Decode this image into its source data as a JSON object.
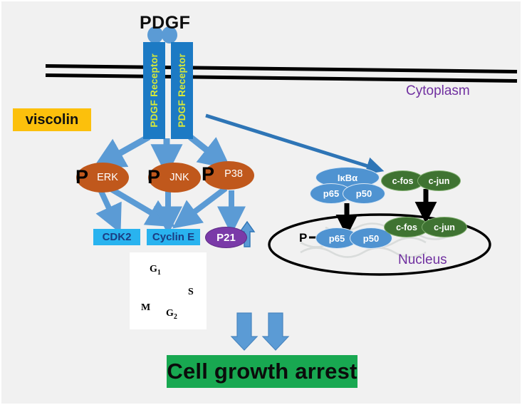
{
  "diagram": {
    "title": "PDGF",
    "background_color": "#f1f1f1",
    "ligand": {
      "name": "PDGF",
      "subunit_count": 2
    },
    "receptor": {
      "label": "PDGF Receptor",
      "color": "#1c7ac4",
      "text_color": "#d6e839",
      "copies": 2
    },
    "membrane": {
      "name": "plasma-membrane",
      "color": "#000000"
    },
    "compartments": {
      "cytoplasm": "Cytoplasm",
      "nucleus": "Nucleus",
      "label_color": "#7030a0"
    },
    "inhibitor": {
      "label": "viscolin",
      "box_color": "#fcc00c",
      "text_color": "#111111"
    },
    "kinases": [
      {
        "label": "ERK",
        "phospho": "P",
        "color": "#c0581c"
      },
      {
        "label": "JNK",
        "phospho": "P",
        "color": "#c0581c"
      },
      {
        "label": "P38",
        "phospho": "P",
        "color": "#c0581c"
      }
    ],
    "cycle_targets": [
      {
        "label": "CDK2",
        "shape": "box",
        "color": "#29b3ef",
        "text_color": "#1b3c82"
      },
      {
        "label": "Cyclin E",
        "shape": "box",
        "color": "#29b3ef",
        "text_color": "#1b3c82"
      },
      {
        "label": "P21",
        "shape": "oval",
        "color": "#7a3aa8",
        "text_color": "#ffffff"
      }
    ],
    "p21_trend": {
      "name": "up-arrow",
      "direction": "up",
      "color": "#5b9bd5"
    },
    "cell_cycle": {
      "phases": [
        "G",
        "S",
        "G",
        "M"
      ],
      "phase_labels": [
        {
          "base": "G",
          "sub": "1"
        },
        {
          "base": "S",
          "sub": ""
        },
        {
          "base": "G",
          "sub": "2"
        },
        {
          "base": "M",
          "sub": ""
        }
      ]
    },
    "nfkb_complex_cytoplasm": [
      {
        "label": "IκBα",
        "color": "#4f93d1"
      },
      {
        "label": "p65",
        "color": "#4f93d1"
      },
      {
        "label": "p50",
        "color": "#4f93d1"
      }
    ],
    "nfkb_complex_nucleus": {
      "phospho": "P",
      "subunits": [
        {
          "label": "p65",
          "color": "#4f93d1"
        },
        {
          "label": "p50",
          "color": "#4f93d1"
        }
      ]
    },
    "ap1_complex_cytoplasm": [
      {
        "label": "c-fos",
        "color": "#3f7332"
      },
      {
        "label": "c-jun",
        "color": "#3f7332"
      }
    ],
    "ap1_complex_nucleus": [
      {
        "label": "c-fos",
        "color": "#3f7332"
      },
      {
        "label": "c-jun",
        "color": "#3f7332"
      }
    ],
    "outcome": {
      "label": "Cell growth arrest",
      "box_color": "#18a851",
      "text_color": "#0b0b0b"
    },
    "arrow_color": "#5b9bd5",
    "translocation_arrow_color": "#000000"
  }
}
